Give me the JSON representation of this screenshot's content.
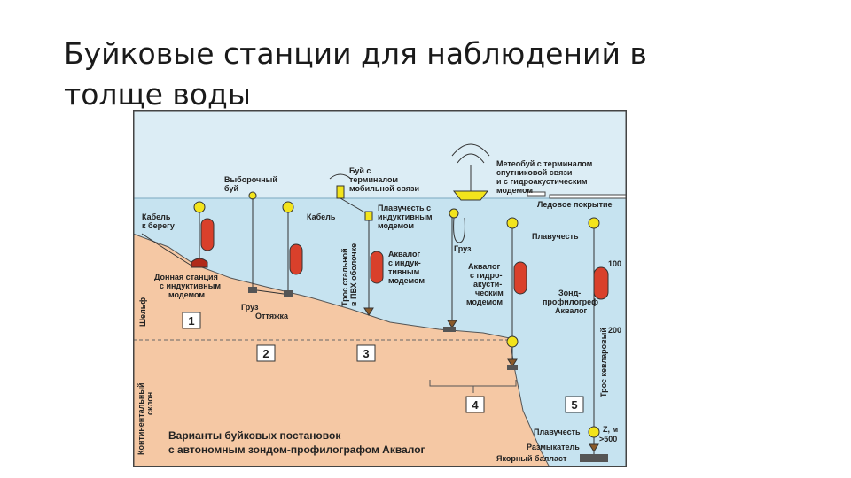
{
  "slide": {
    "title_line1": "Буйковые станции для наблюдений в",
    "title_line2": "толще воды"
  },
  "diagram": {
    "labels": {
      "sample_buoy_1": "Выборочный",
      "sample_buoy_2": "буй",
      "mobile_buoy_1": "Буй с",
      "mobile_buoy_2": "терминалом",
      "mobile_buoy_3": "мобильной связи",
      "meteo_1": "Метеобуй с терминалом",
      "meteo_2": "спутниковой связи",
      "meteo_3": "и с гидроакустическим",
      "meteo_4": "модемом",
      "ice": "Ледовое покрытие",
      "cable_shore_1": "Кабель",
      "cable_shore_2": "к берегу",
      "cable": "Кабель",
      "float_ind_1": "Плавучесть с",
      "float_ind_2": "индуктивным",
      "float_ind_3": "модемом",
      "float": "Плавучесть",
      "bottom_1": "Донная станция",
      "bottom_2": "с индуктивным",
      "bottom_3": "модемом",
      "weight": "Груз",
      "anchor_line": "Оттяжка",
      "cable_steel_1": "Трос стальной",
      "cable_steel_2": "в ПВХ оболочке",
      "akvalog_ind_1": "Аквалог",
      "akvalog_ind_2": "с индук-",
      "akvalog_ind_3": "тивным",
      "akvalog_ind_4": "модемом",
      "weight2": "Груз",
      "akvalog_ac_1": "Аквалог",
      "akvalog_ac_2": "с гидро-",
      "akvalog_ac_3": "акусти-",
      "akvalog_ac_4": "ческим",
      "akvalog_ac_5": "модемом",
      "probe_1": "Зонд-",
      "probe_2": "профилогреф",
      "probe_3": "Аквалог",
      "kevlar": "Трос кевларовый",
      "shelf": "Шельф",
      "slope_1": "Континентальный",
      "slope_2": "склон",
      "variants_1": "Варианты буйковых постановок",
      "variants_2": "с автономным зондом-профилографом Аквалог",
      "float_bottom": "Плавучесть",
      "releaser": "Размыкатель",
      "anchor": "Якорный балласт",
      "depth_100": "100",
      "depth_200": "200",
      "z_m": "Z, м",
      "depth_500": ">500"
    },
    "variants": [
      "1",
      "2",
      "3",
      "4",
      "5"
    ],
    "colors": {
      "sky": "#d6ecf6",
      "water": "#c8e5f2",
      "seabed": "#f5c9a6",
      "float_red": "#d9402b",
      "float_yellow": "#f3e41c",
      "frame": "#444444"
    }
  }
}
